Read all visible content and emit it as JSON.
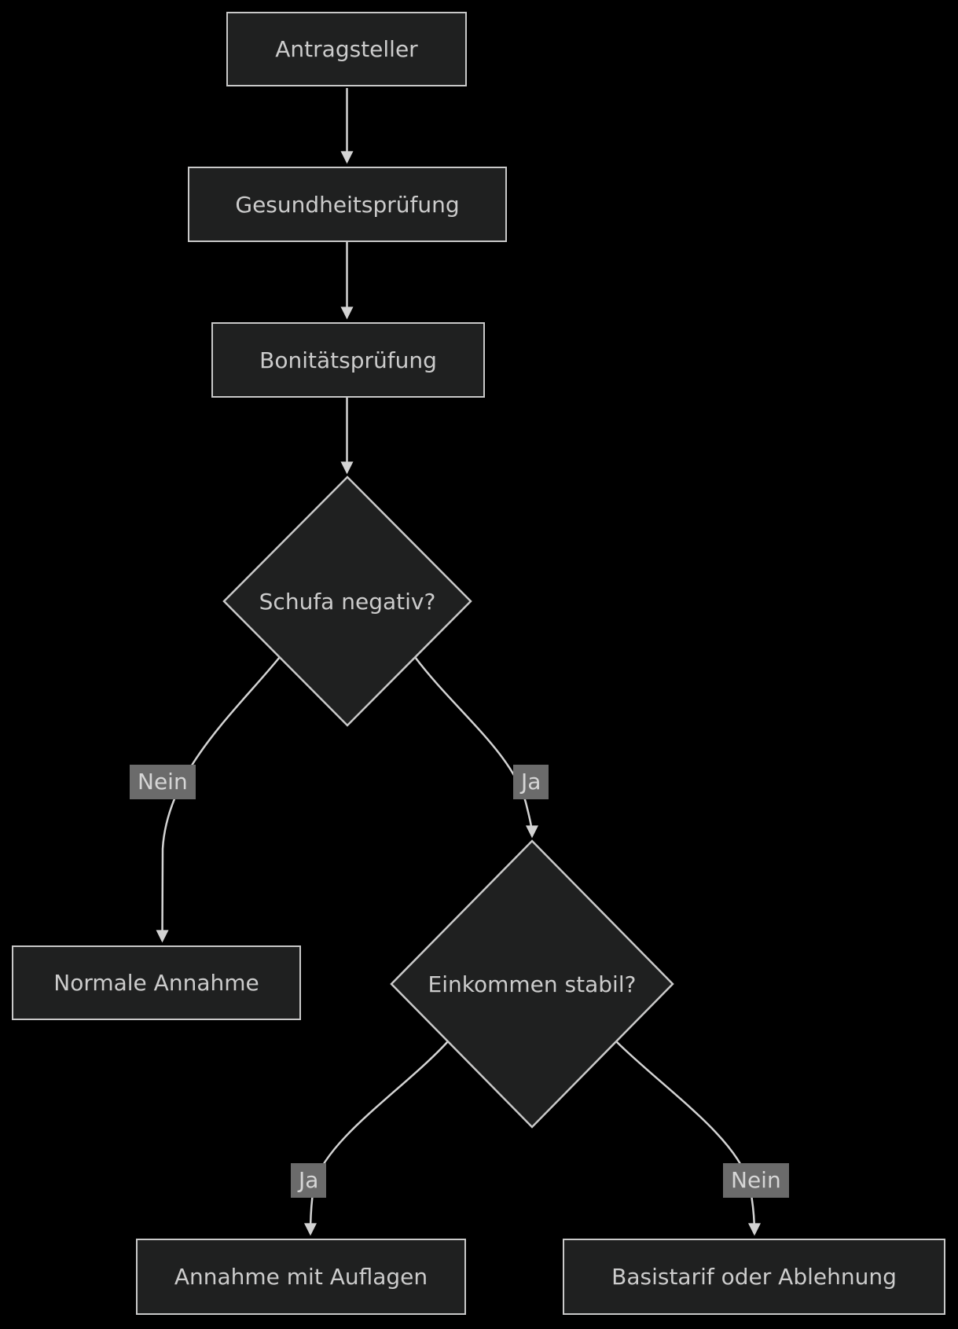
{
  "diagram": {
    "type": "flowchart",
    "direction": "top-down",
    "colors": {
      "background": "#000000",
      "node_fill": "#1f2020",
      "node_border": "#c9c9c9",
      "node_text": "#cccccc",
      "edge_line": "#d3d3d3",
      "edge_label_bg": "#6b6b6b",
      "edge_label_text": "#d6d6d6"
    },
    "nodes": [
      {
        "id": "antragsteller",
        "label": "Antragsteller",
        "shape": "rect"
      },
      {
        "id": "gesundheitspruefung",
        "label": "Gesundheitsprüfung",
        "shape": "rect"
      },
      {
        "id": "bonitaetspruefung",
        "label": "Bonitätsprüfung",
        "shape": "rect"
      },
      {
        "id": "schufa_negativ",
        "label": "Schufa negativ?",
        "shape": "diamond"
      },
      {
        "id": "normale_annahme",
        "label": "Normale Annahme",
        "shape": "rect"
      },
      {
        "id": "einkommen_stabil",
        "label": "Einkommen stabil?",
        "shape": "diamond"
      },
      {
        "id": "annahme_mit_auflagen",
        "label": "Annahme mit Auflagen",
        "shape": "rect"
      },
      {
        "id": "basistarif_oder_ablehnung",
        "label": "Basistarif oder Ablehnung",
        "shape": "rect"
      }
    ],
    "edges": [
      {
        "from": "antragsteller",
        "to": "gesundheitspruefung",
        "label": ""
      },
      {
        "from": "gesundheitspruefung",
        "to": "bonitaetspruefung",
        "label": ""
      },
      {
        "from": "bonitaetspruefung",
        "to": "schufa_negativ",
        "label": ""
      },
      {
        "from": "schufa_negativ",
        "to": "normale_annahme",
        "label": "Nein"
      },
      {
        "from": "schufa_negativ",
        "to": "einkommen_stabil",
        "label": "Ja"
      },
      {
        "from": "einkommen_stabil",
        "to": "annahme_mit_auflagen",
        "label": "Ja"
      },
      {
        "from": "einkommen_stabil",
        "to": "basistarif_oder_ablehnung",
        "label": "Nein"
      }
    ]
  }
}
